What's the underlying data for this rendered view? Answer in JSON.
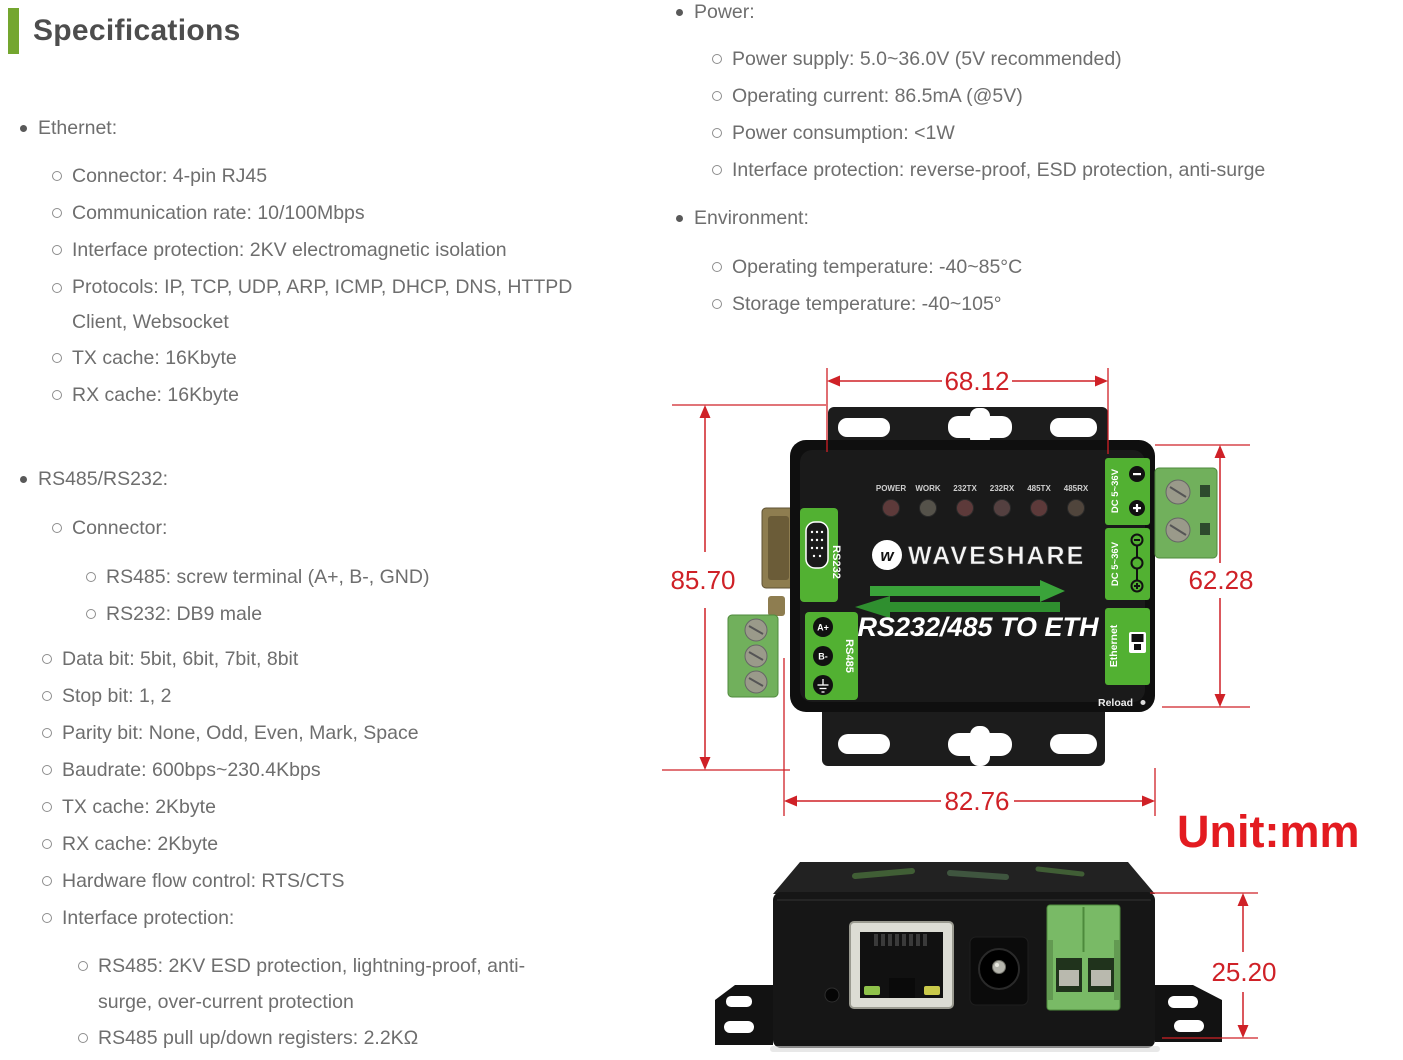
{
  "title": {
    "text": "Specifications"
  },
  "colors": {
    "accent_green": "#74a62f",
    "label_green": "#52b132",
    "dimension_red": "#cf2127",
    "unit_red": "#e31b20"
  },
  "left": {
    "ethernet": {
      "header": "Ethernet:",
      "items": [
        "Connector: 4-pin RJ45",
        "Communication rate: 10/100Mbps",
        "Interface protection: 2KV electromagnetic isolation",
        "Protocols: IP, TCP, UDP, ARP, ICMP, DHCP, DNS, HTTPD Client, Websocket",
        "TX cache: 16Kbyte",
        "RX cache: 16Kbyte"
      ]
    },
    "serial": {
      "header": "RS485/RS232:",
      "connector_header": "Connector:",
      "connector_items": [
        "RS485: screw terminal (A+, B-, GND)",
        "RS232: DB9 male"
      ],
      "items": [
        "Data bit: 5bit, 6bit, 7bit, 8bit",
        "Stop bit: 1, 2",
        "Parity bit: None, Odd, Even, Mark, Space",
        "Baudrate: 600bps~230.4Kbps",
        "TX cache: 2Kbyte",
        "RX cache: 2Kbyte",
        "Hardware flow control: RTS/CTS",
        "Interface protection:"
      ],
      "protection_items": [
        "RS485: 2KV ESD protection, lightning-proof, anti-surge, over-current protection",
        "RS485 pull up/down registers: 2.2KΩ"
      ]
    }
  },
  "right": {
    "power": {
      "header": "Power:",
      "items": [
        "Power supply: 5.0~36.0V (5V recommended)",
        "Operating current: 86.5mA (@5V)",
        "Power consumption: <1W",
        "Interface protection: reverse-proof, ESD protection, anti-surge"
      ]
    },
    "environment": {
      "header": "Environment:",
      "items": [
        "Operating temperature: -40~85°C",
        "Storage temperature: -40~105°"
      ]
    }
  },
  "device": {
    "brand": "WAVESHARE",
    "logo_glyph": "w",
    "product_title": "RS232/485 TO ETH",
    "led_labels": [
      "POWER",
      "WORK",
      "232TX",
      "232RX",
      "485TX",
      "485RX"
    ],
    "labels": {
      "rs232": "RS232",
      "rs485": "RS485",
      "rs485_a": "A+",
      "rs485_b": "B-",
      "dc_labels": [
        "DC 5~36V",
        "DC 5~36V"
      ],
      "ethernet": "Ethernet",
      "reload": "Reload"
    },
    "icons": [
      "db9-icon",
      "ground-icon",
      "minus-icon",
      "plus-icon",
      "dc-polarity-icon",
      "rj45-icon"
    ]
  },
  "dimensions": {
    "unit_label": "Unit:mm",
    "top_width": "68.12",
    "left_height": "85.70",
    "right_height": "62.28",
    "bottom_width": "82.76",
    "front_height": "25.20"
  }
}
